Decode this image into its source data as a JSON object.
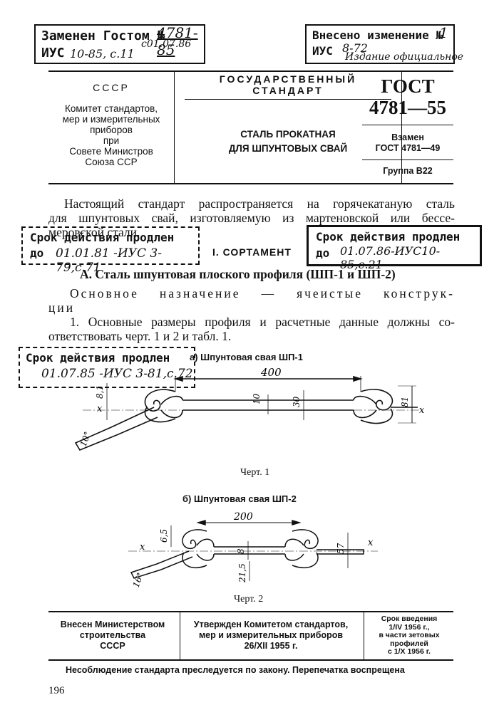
{
  "stamps": {
    "top_left": {
      "line1": "Заменен Гостом №",
      "handwritten_number": "4781-85",
      "line2": "ИУС",
      "handwritten_issue": "10-85, с.11",
      "handwritten_date": "с01.07.86"
    },
    "top_right": {
      "line1": "Внесено изменение №",
      "handwritten_number": "1",
      "line2": "ИУС",
      "handwritten_issue": "8-72"
    },
    "mid_left": {
      "line1": "Срок действия продлен",
      "line2": "до",
      "handwritten": "01.01.81 -ИУС 3-79,с.71"
    },
    "mid_right": {
      "line1": "Срок действия продлен",
      "line2": "до",
      "handwritten": "01.07.86-ИУС10-85,с.21"
    },
    "figure_left": {
      "line1": "Срок действия продлен",
      "handwritten": "01.07.85 -ИУС 3-81,с.72"
    }
  },
  "official_edition": "Издание официальное",
  "header": {
    "left": {
      "country": "СССР",
      "org": [
        "Комитет стандартов,",
        "мер и измерительных",
        "приборов",
        "при",
        "Совете Министров",
        "Союза ССР"
      ]
    },
    "middle": {
      "kind": [
        "ГОСУДАРСТВЕННЫЙ",
        "СТАНДАРТ"
      ],
      "title": [
        "СТАЛЬ ПРОКАТНАЯ",
        "ДЛЯ ШПУНТОВЫХ СВАЙ"
      ]
    },
    "right": {
      "gost": "ГОСТ",
      "number": "4781—55",
      "replaces": [
        "Взамен",
        "ГОСТ 4781—49"
      ],
      "group": "Группа В22"
    }
  },
  "intro": [
    "Настоящий стандарт распространяется на горячекатаную сталь",
    "для шпунтовых свай, изготовляемую из мартеновской или бессе-",
    "меровской стали."
  ],
  "section_title": "I. СОРТАМЕНТ",
  "subsection_title": "А. Сталь шпунтовая плоского профиля (ШП-1 и ШП-2)",
  "purpose": [
    "Основное назначение — ячеистые конструк-",
    "ции"
  ],
  "clause1": [
    "1. Основные размеры профиля и расчетные данные должны со-",
    "ответствовать черт. 1 и 2 и табл. 1."
  ],
  "figure1": {
    "title": "а) Шпунтовая свая ШП-1",
    "caption": "Черт. 1",
    "dims": {
      "width": "400",
      "t1": "10",
      "h1": "30",
      "height": "81",
      "t2": "8,1",
      "angle": "10°",
      "axis": "x"
    }
  },
  "figure2": {
    "title": "б) Шпунтовая свая ШП-2",
    "caption": "Черт. 2",
    "dims": {
      "width": "200",
      "t1": "8",
      "height": "57",
      "t2": "6,5",
      "t3": "21,5",
      "angle": "16°",
      "axis": "x"
    }
  },
  "footer": {
    "left": [
      "Внесен Министерством",
      "строительства",
      "СССР"
    ],
    "middle": [
      "Утвержден Комитетом стандартов,",
      "мер и измерительных приборов",
      "26/XII 1955 г."
    ],
    "right": [
      "Срок введения",
      "1/IV 1956 г.,",
      "в части зетовых",
      "профилей",
      "с 1/X 1956 г."
    ]
  },
  "legal": "Несоблюдение стандарта преследуется по закону. Перепечатка воспрещена",
  "page_number": "196"
}
